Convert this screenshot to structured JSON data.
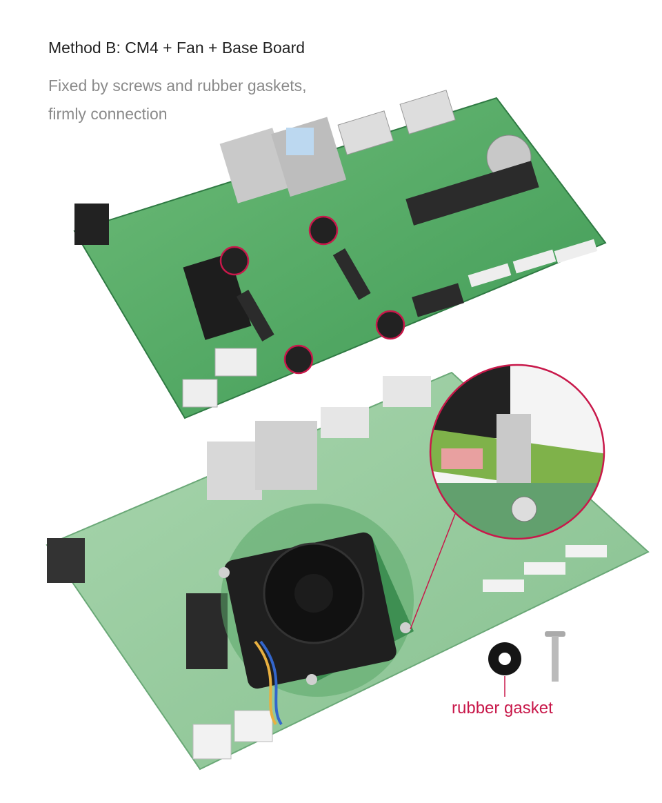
{
  "heading": "Method B: CM4 + Fan + Base Board",
  "description_line1": "Fixed by screws and rubber gaskets,",
  "description_line2": "firmly connection",
  "callout_label": "rubber gasket",
  "colors": {
    "board_green": "#5fae6e",
    "highlight_red": "#c8184a",
    "text_dark": "#222222",
    "text_gray": "#8a8a8a"
  }
}
